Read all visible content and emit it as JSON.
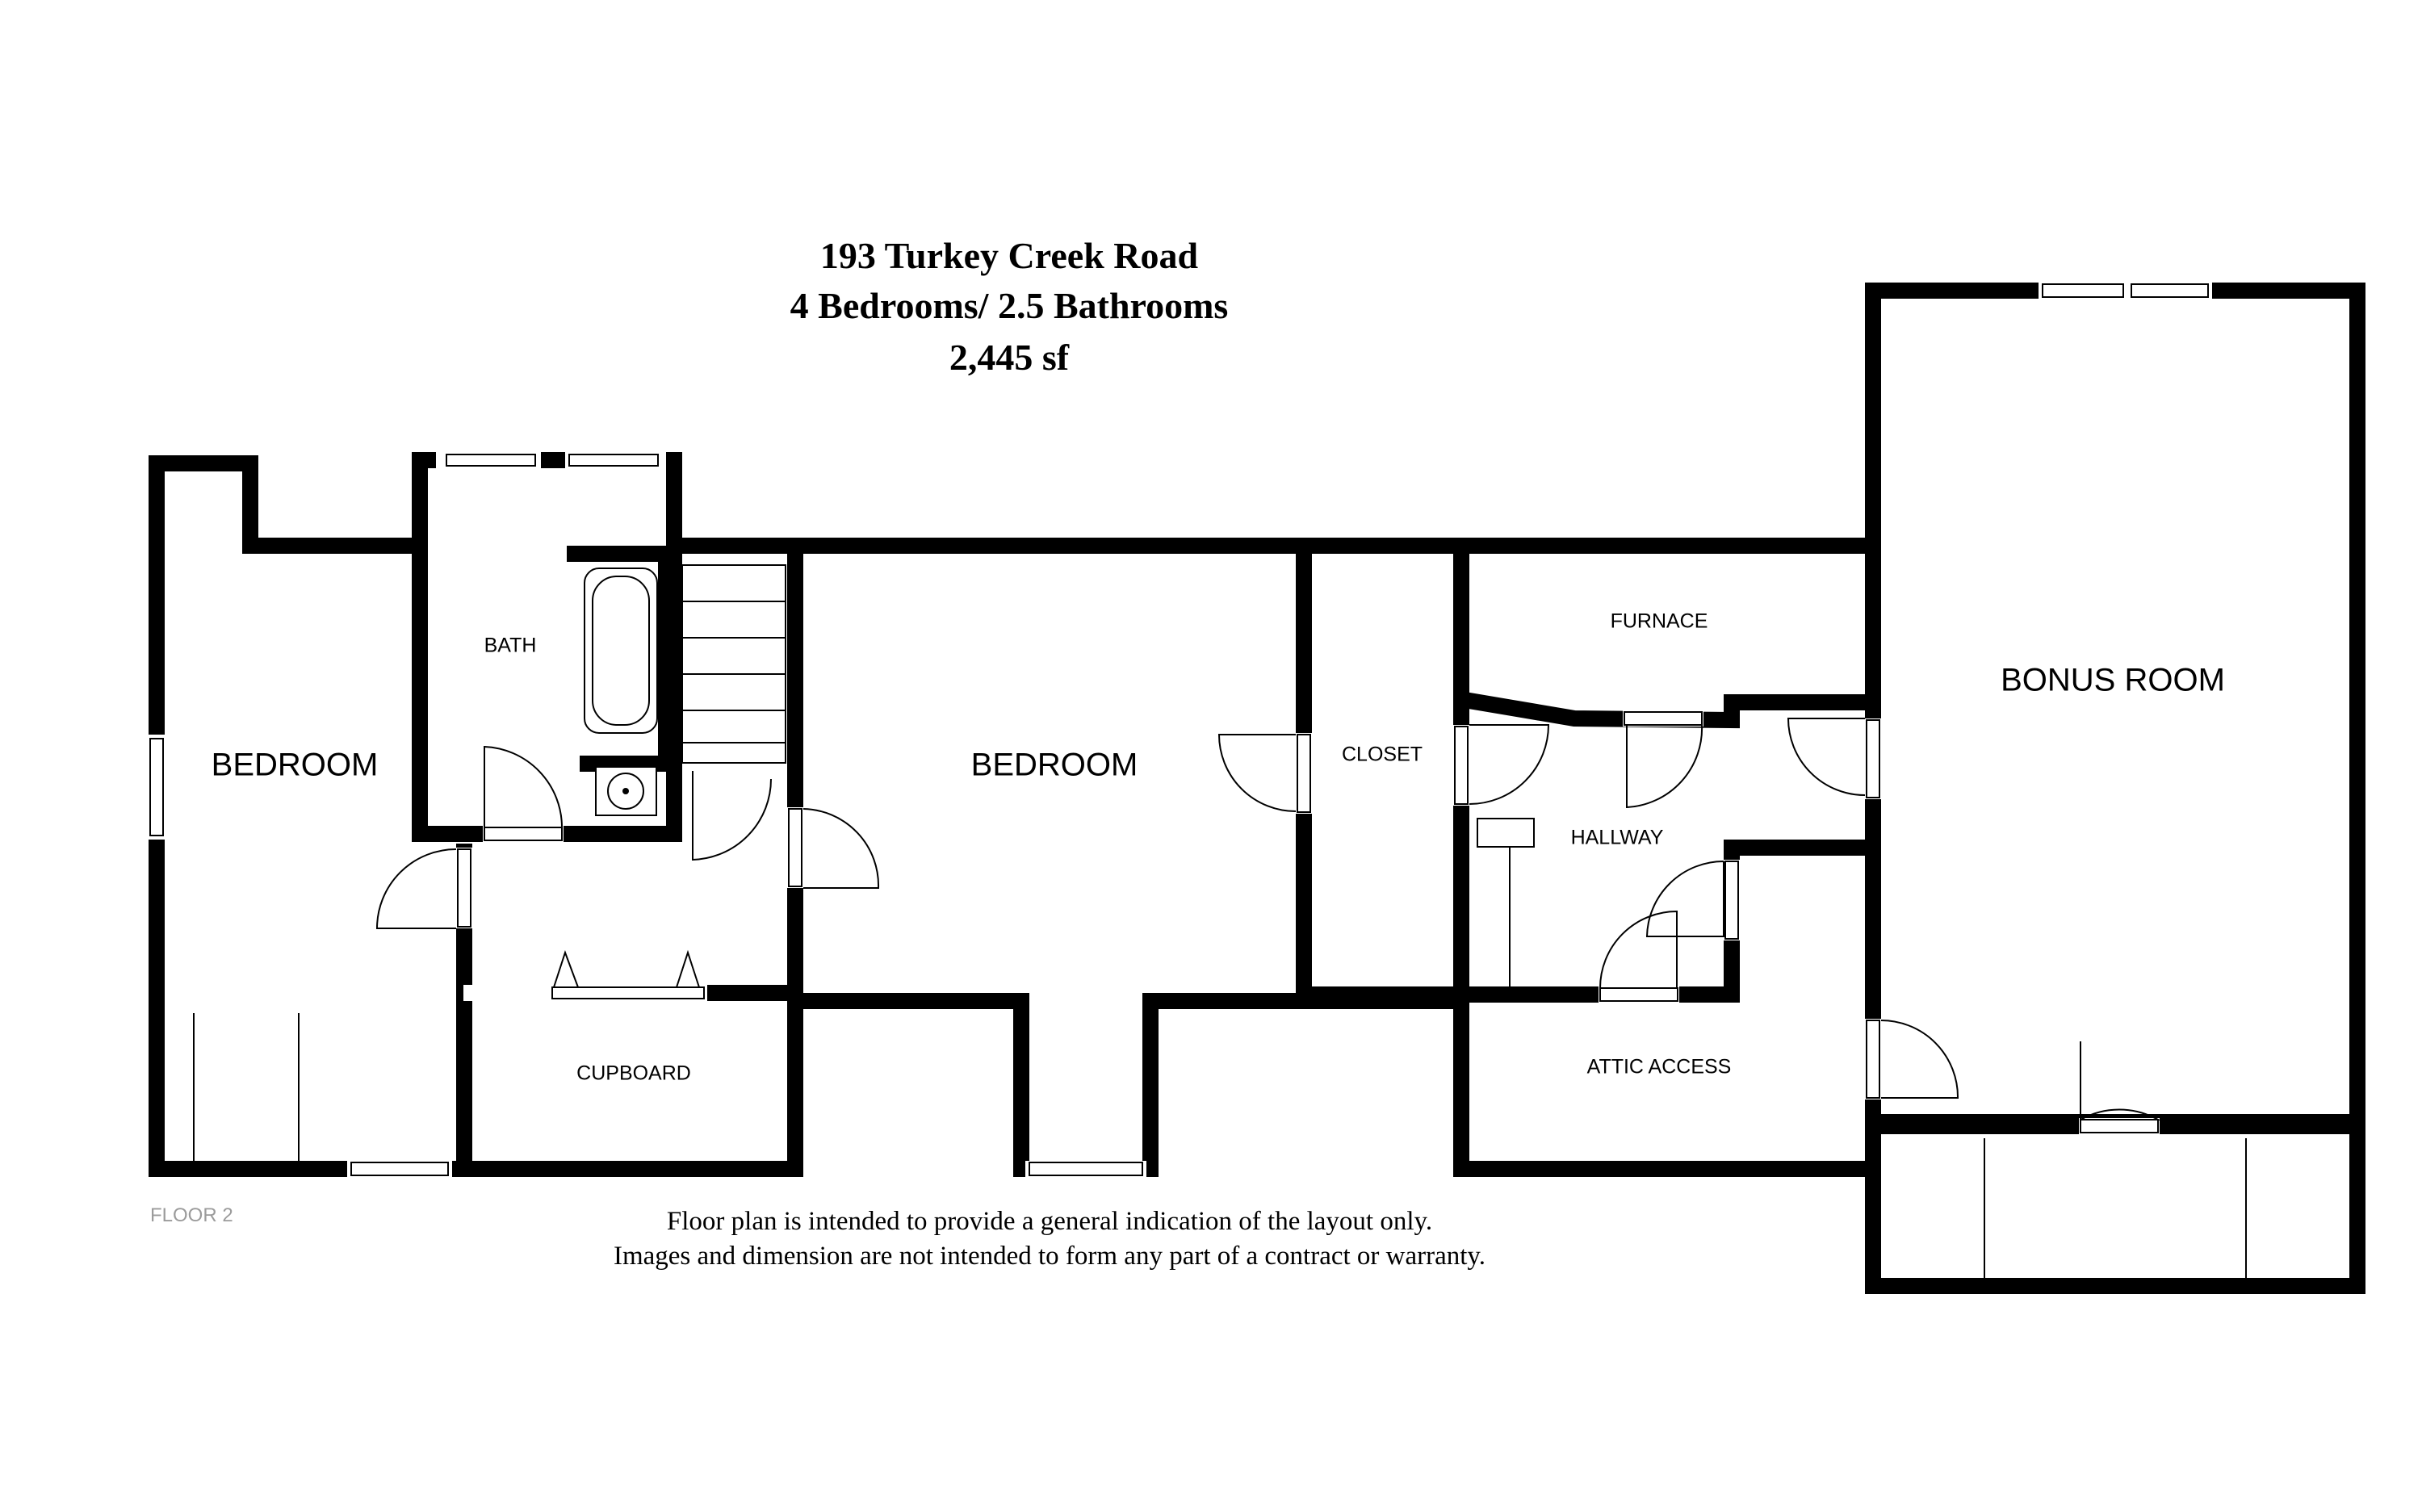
{
  "title": {
    "address": "193 Turkey Creek Road",
    "rooms_summary": "4 Bedrooms/ 2.5 Bathrooms",
    "area": "2,445 sf"
  },
  "rooms": {
    "bedroom_left": "BEDROOM",
    "bath": "BATH",
    "bedroom_center": "BEDROOM",
    "closet": "CLOSET",
    "furnace": "FURNACE",
    "hallway": "HALLWAY",
    "attic_access": "ATTIC ACCESS",
    "cupboard": "CUPBOARD",
    "bonus_room": "BONUS ROOM"
  },
  "floor_label": "FLOOR 2",
  "disclaimer": {
    "line1": "Floor plan is intended to provide a general indication of the layout only.",
    "line2": "Images and dimension are not intended to form any part of a contract or warranty."
  }
}
